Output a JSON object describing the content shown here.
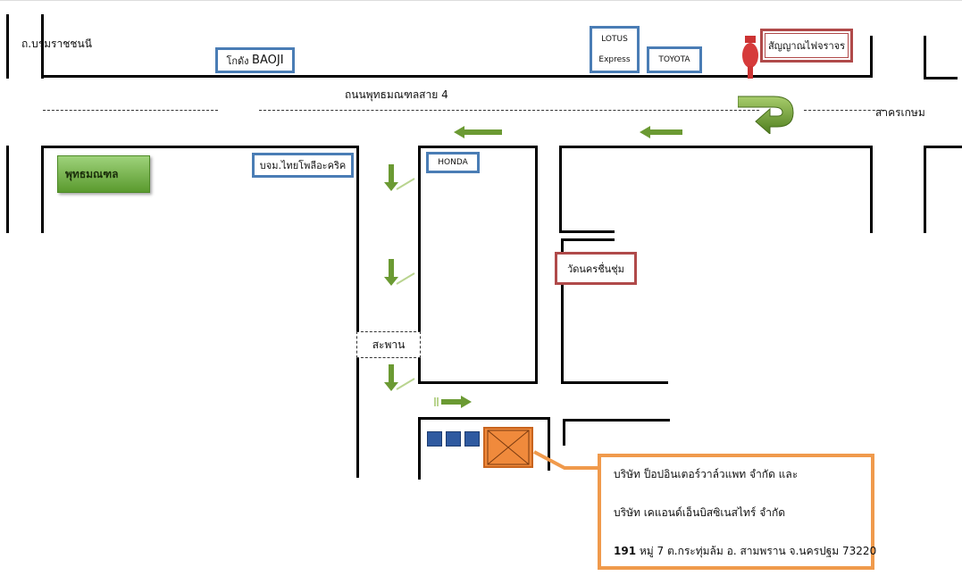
{
  "roads": {
    "borom": "ถ.บรมราชชนนี",
    "phutthamonthon4": "ถนนพุทธมณฑลสาย 4",
    "sakhon": "สาครเกษม"
  },
  "landmarks": {
    "baoji_prefix": "โกดัง",
    "baoji_name": "BAOJI",
    "lotus_line1": "LOTUS",
    "lotus_line2": "Express",
    "toyota": "TOYOTA",
    "traffic_light": "สัญญาณไฟจราจร",
    "phutthamonthon": "พุทธมณฑล",
    "thai_polyacrylic": "บจม.ไทยโพลีอะคริค",
    "honda": "HONDA",
    "wat": "วัดนครชื่นชุ่ม",
    "bridge": "สะพาน"
  },
  "company": {
    "line1": "บริษัท ป็อปอินเตอร์วาล์วแพท จำกัด   และ",
    "line2": "บริษัท เคแอนด์เอ็นบิสซิเนสไทร์ จำกัด",
    "addr_num": "191",
    "addr_rest": " หมู่ 7 ต.กระทุ่มล้ม อ. สามพราน จ.นครปฐม 73220"
  },
  "colors": {
    "blue_frame": "#4a7db5",
    "red_frame": "#b04a4a",
    "orange_frame": "#f09a4c",
    "arrow_green": "#6b9a33",
    "square_blue": "#2f5aa0"
  },
  "icons": [
    "traffic-light-icon",
    "u-turn-arrow-icon",
    "left-arrow-icon",
    "down-arrow-icon",
    "right-arrow-icon",
    "destination-marker-icon"
  ]
}
